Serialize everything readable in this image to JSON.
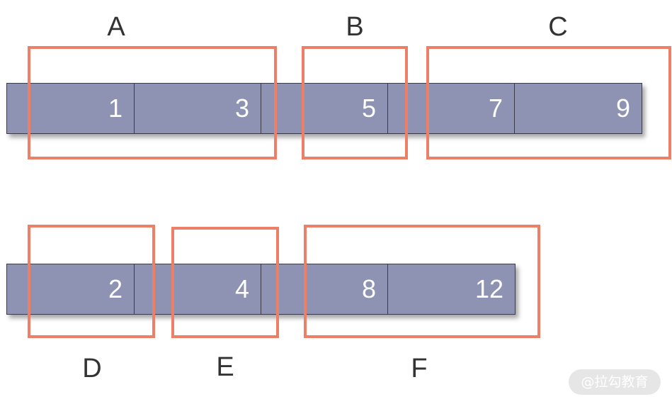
{
  "row1": {
    "cells": [
      "1",
      "3",
      "5",
      "7",
      "9"
    ]
  },
  "row2": {
    "cells": [
      "2",
      "4",
      "8",
      "12"
    ]
  },
  "groups": {
    "a": "A",
    "b": "B",
    "c": "C",
    "d": "D",
    "e": "E",
    "f": "F"
  },
  "watermark": "@拉勾教育",
  "colors": {
    "cell_fill": "#8e93b3",
    "frame": "#ec7f66",
    "label": "#333333"
  }
}
